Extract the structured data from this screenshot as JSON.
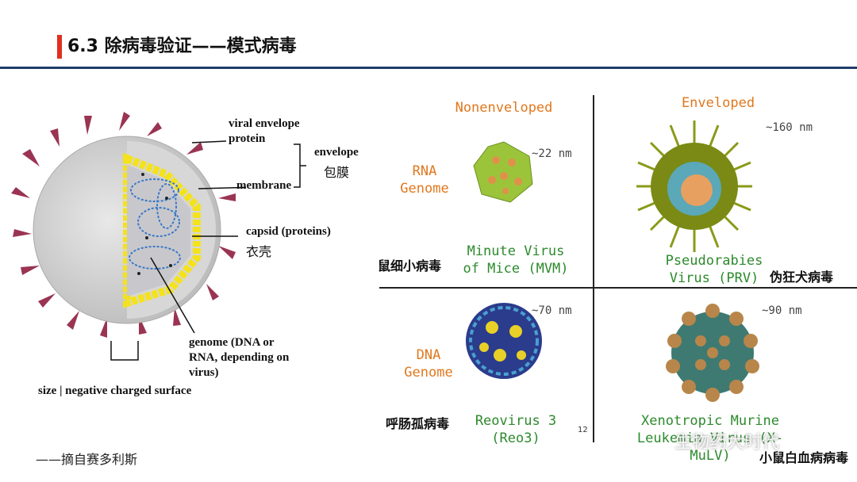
{
  "header": {
    "title": "6.3 除病毒验证——模式病毒",
    "accent_color": "#e03020",
    "rule_color": "#1f3d6b"
  },
  "diagram": {
    "labels": {
      "viral_envelope_protein": "viral envelope protein",
      "envelope": "envelope",
      "envelope_zh": "包膜",
      "membrane": "membrane",
      "capsid": "capsid (proteins)",
      "capsid_zh": "衣壳",
      "genome": "genome (DNA or RNA, depending on virus)",
      "size": "size | negative charged surface"
    }
  },
  "grid": {
    "nonenveloped": "Nonenveloped",
    "enveloped": "Enveloped",
    "rna_genome": "RNA Genome",
    "dna_genome": "DNA Genome",
    "viruses": [
      {
        "size": "~22 nm",
        "name": "Minute Virus of Mice (MVM)",
        "zh": "鼠细小病毒"
      },
      {
        "size": "~160 nm",
        "name": "Pseudorabies Virus (PRV)",
        "zh": "伪狂犬病毒"
      },
      {
        "size": "~70 nm",
        "name": "Reovirus 3 (Reo3)",
        "zh": "呼肠孤病毒"
      },
      {
        "size": "~90 nm",
        "name": "Xenotropic Murine Leukemia Virus (X-MuLV)",
        "zh": "小鼠白血病病毒"
      }
    ],
    "page_number": "12"
  },
  "watermark": "生物药大时代",
  "footer": "——摘自赛多利斯"
}
